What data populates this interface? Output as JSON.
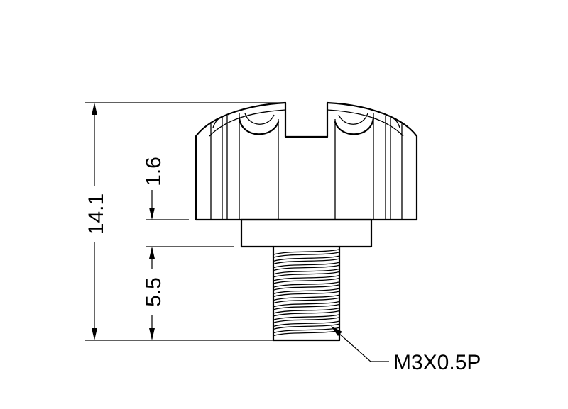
{
  "drawing": {
    "dimensions": {
      "overall_height": "14.1",
      "collar_height": "1.6",
      "thread_length": "5.5"
    },
    "thread_callout": "M3X0.5P"
  }
}
